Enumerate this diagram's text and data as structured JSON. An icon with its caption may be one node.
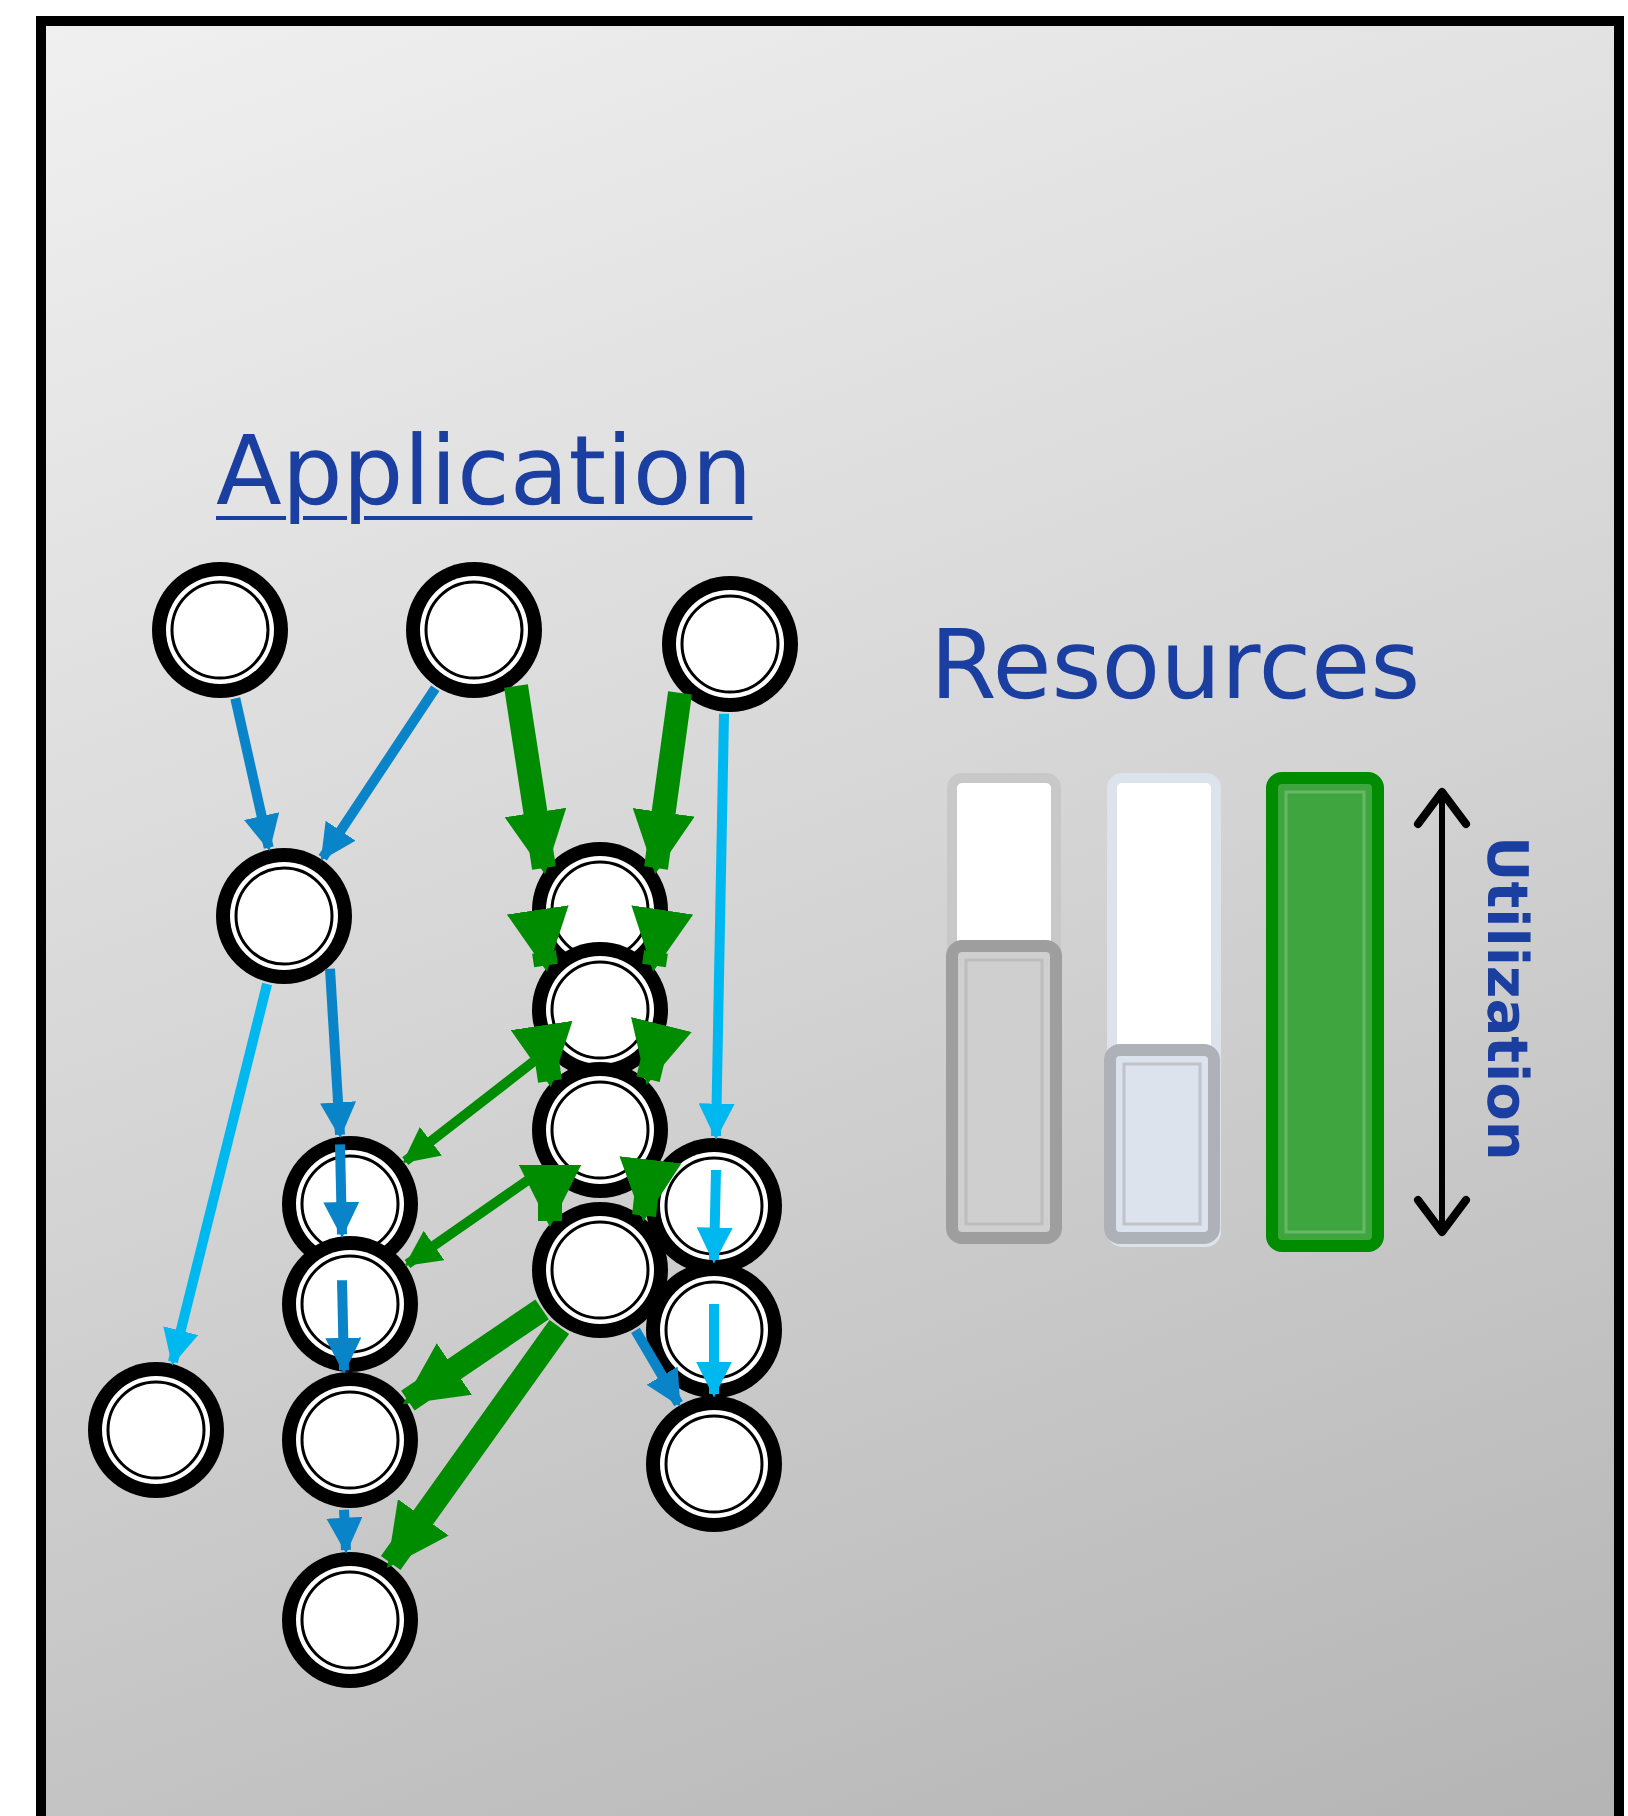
{
  "diagram": {
    "nodes": [
      {
        "text": [],
        "shape": "circle"
      },
      {
        "text": [],
        "shape": "circle"
      },
      {
        "text": [],
        "shape": "circle"
      },
      {
        "text": [],
        "shape": "circle"
      },
      {
        "text": [],
        "shape": "circle"
      },
      {
        "text": [],
        "shape": "circle"
      },
      {
        "text": [],
        "shape": "circle"
      },
      {
        "text": [],
        "shape": "circle"
      },
      {
        "text": [],
        "shape": "circle"
      },
      {
        "text": [],
        "shape": "circle"
      },
      {
        "text": [],
        "shape": "circle"
      },
      {
        "text": [],
        "shape": "circle"
      },
      {
        "text": [],
        "shape": "circle"
      },
      {
        "text": [],
        "shape": "circle"
      },
      {
        "text": [],
        "shape": "circle"
      },
      {
        "text": [],
        "shape": "circle"
      }
    ],
    "edges": [
      {
        "from": 0,
        "to": 3,
        "arrow": "to",
        "color": "#0a84c8"
      },
      {
        "from": 1,
        "to": 3,
        "arrow": "to",
        "color": "#0a84c8"
      },
      {
        "from": 1,
        "to": 4,
        "arrow": "to",
        "style": "thick"
      },
      {
        "from": 4,
        "to": 5,
        "arrow": "to",
        "style": "thick"
      },
      {
        "from": 5,
        "to": 6,
        "arrow": "to",
        "style": "thick"
      },
      {
        "from": 6,
        "to": 10,
        "arrow": "to",
        "style": "thick"
      },
      {
        "from": 2,
        "to": 4,
        "arrow": "to",
        "style": "thick"
      },
      {
        "from": 4,
        "to": 5,
        "arrow": "to",
        "style": "thick"
      },
      {
        "from": 5,
        "to": 6,
        "arrow": "to",
        "style": "thick"
      },
      {
        "from": 6,
        "to": 10,
        "arrow": "to",
        "style": "thick"
      },
      {
        "from": 2,
        "to": 9,
        "arrow": "to",
        "color": "#00b8f0"
      },
      {
        "from": 9,
        "to": 11,
        "arrow": "to",
        "color": "#00b8f0"
      },
      {
        "from": 11,
        "to": 14,
        "arrow": "to",
        "color": "#00b8f0"
      },
      {
        "from": 3,
        "to": 12,
        "arrow": "to",
        "color": "#00b8f0"
      },
      {
        "from": 3,
        "to": 7,
        "arrow": "to",
        "color": "#0a84c8"
      },
      {
        "from": 7,
        "to": 8,
        "arrow": "to",
        "color": "#0a84c8"
      },
      {
        "from": 8,
        "to": 13,
        "arrow": "to",
        "color": "#0a84c8"
      },
      {
        "from": 13,
        "to": 15,
        "arrow": "to",
        "color": "#0a84c8"
      },
      {
        "from": 5,
        "to": 7,
        "arrow": "to"
      },
      {
        "from": 6,
        "to": 8,
        "arrow": "to"
      },
      {
        "from": 10,
        "to": 13,
        "arrow": "to",
        "style": "thick"
      },
      {
        "from": 10,
        "to": 15,
        "arrow": "to",
        "style": "thick"
      },
      {
        "from": 10,
        "to": 14,
        "arrow": "to",
        "color": "#0a84c8"
      }
    ],
    "labels": [
      "Application",
      "Resources",
      "Utilization"
    ]
  }
}
